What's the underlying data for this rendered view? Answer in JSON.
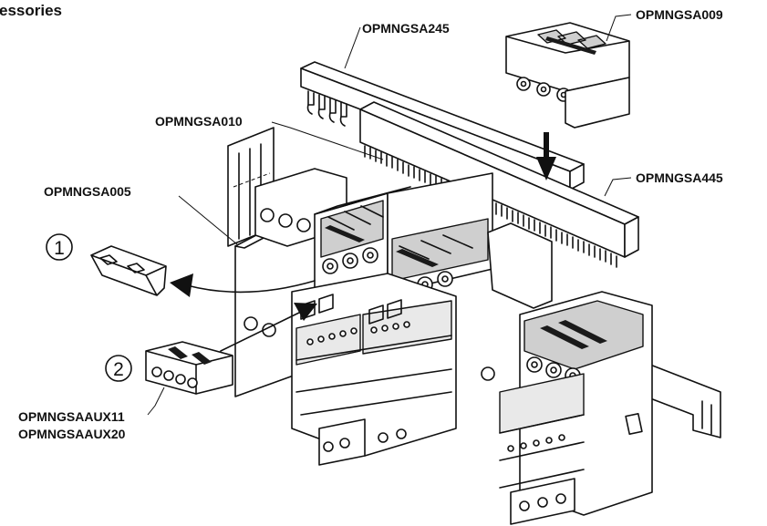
{
  "heading": "essories",
  "labels": {
    "sa245": "OPMNGSA245",
    "sa009": "OPMNGSA009",
    "sa010": "OPMNGSA010",
    "sa445": "OPMNGSA445",
    "sa005": "OPMNGSA005",
    "aux11": "OPMNGSAAUX11",
    "aux20": "OPMNGSAAUX20"
  },
  "steps": {
    "one": "1",
    "two": "2"
  }
}
